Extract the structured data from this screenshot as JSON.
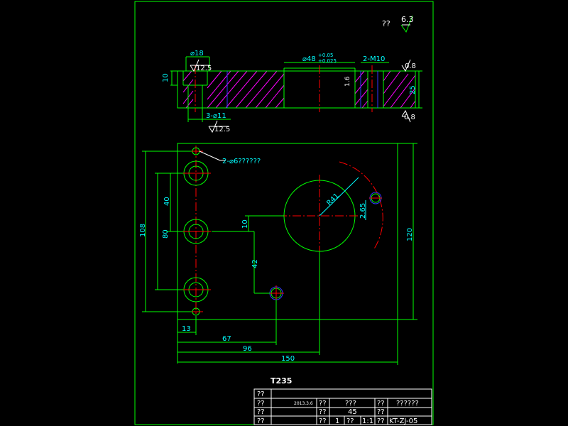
{
  "drawing": {
    "roughness_note": {
      "prefix": "??",
      "value": "6.3"
    },
    "material_label": "T235"
  },
  "section_view": {
    "dim_counterbore_dia": "⌀18",
    "dim_counterbore_rough": "12.5",
    "dim_counterbore_depth": "10",
    "dim_bore": "⌀48",
    "dim_bore_tol_upper": "+0.05",
    "dim_bore_tol_lower": "+0.025",
    "dim_thread": "2-M10",
    "dim_top_rough": "0.8",
    "dim_bore_rough": "1.6",
    "dim_thickness": "25",
    "dim_bottom_rough": "0.8",
    "dim_holes": "3-⌀11",
    "dim_holes_rough": "12.5"
  },
  "plan_view": {
    "note_pin_holes": "2-⌀6??????",
    "dim_radius": "R41",
    "dim_angle": "2.65",
    "dim_40": "40",
    "dim_80": "80",
    "dim_108": "108",
    "dim_10": "10",
    "dim_42": "42",
    "dim_120": "120",
    "dim_13": "13",
    "dim_67": "67",
    "dim_96": "96",
    "dim_150": "150"
  },
  "title_block": {
    "r1c1": "??",
    "r2c1": "??",
    "r2c2": "2013.3.6",
    "r2c3": "??",
    "r2c4": "???",
    "r2c5": "??",
    "r2c6": "??????",
    "r3c1": "??",
    "r3c3": "??",
    "r3c4": "45",
    "r3c5": "??",
    "r4c1": "??",
    "r4c3": "??",
    "r4c4": "1",
    "r4c5": "??",
    "r4c6": "1:1",
    "r4c7": "??",
    "r4c8": "KT-ZJ-05"
  }
}
